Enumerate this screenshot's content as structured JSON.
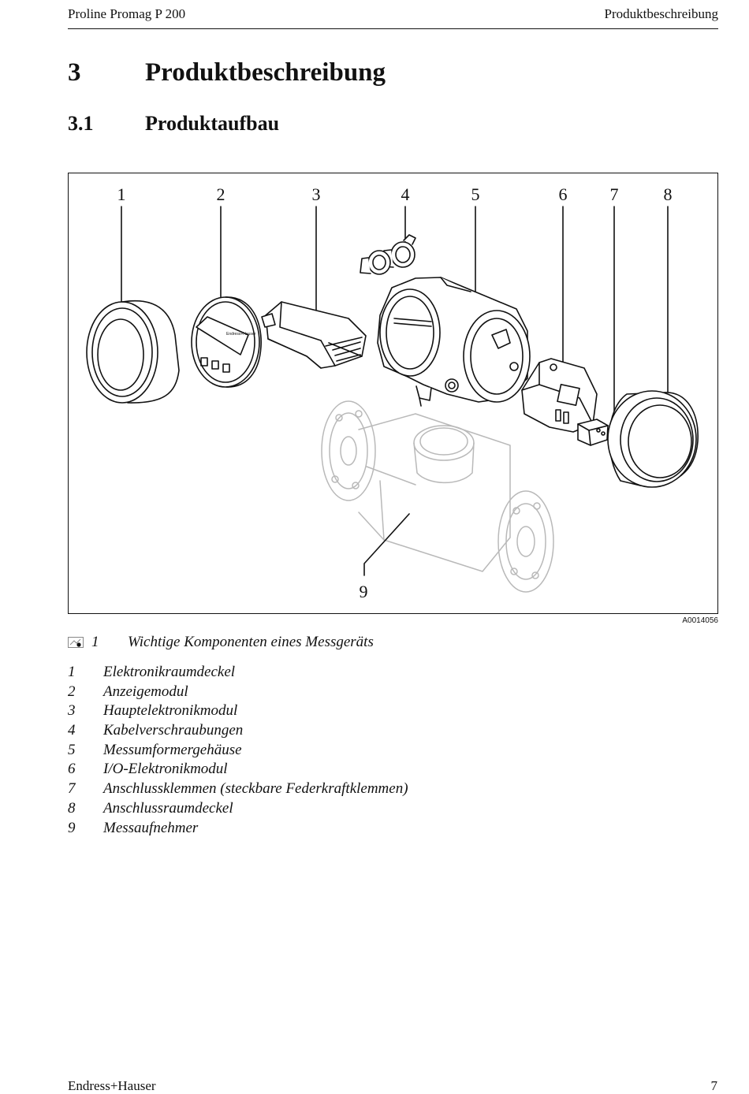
{
  "header": {
    "left": "Proline Promag P 200",
    "right": "Produktbeschreibung"
  },
  "chapter": {
    "number": "3",
    "title": "Produktbeschreibung"
  },
  "section": {
    "number": "3.1",
    "title": "Produktaufbau"
  },
  "figure": {
    "code": "A0014056",
    "callouts": [
      "1",
      "2",
      "3",
      "4",
      "5",
      "6",
      "7",
      "8",
      "9"
    ]
  },
  "caption": {
    "number": "1",
    "text": "Wichtige Komponenten eines Messgeräts"
  },
  "legend": [
    {
      "n": "1",
      "text": "Elektronikraumdeckel"
    },
    {
      "n": "2",
      "text": "Anzeigemodul"
    },
    {
      "n": "3",
      "text": "Hauptelektronikmodul"
    },
    {
      "n": "4",
      "text": "Kabelverschraubungen"
    },
    {
      "n": "5",
      "text": "Messumformergehäuse"
    },
    {
      "n": "6",
      "text": "I/O-Elektronikmodul"
    },
    {
      "n": "7",
      "text": "Anschlussklemmen (steckbare Federkraftklemmen)"
    },
    {
      "n": "8",
      "text": "Anschlussraumdeckel"
    },
    {
      "n": "9",
      "text": "Messaufnehmer"
    }
  ],
  "footer": {
    "left": "Endress+Hauser",
    "page": "7"
  }
}
